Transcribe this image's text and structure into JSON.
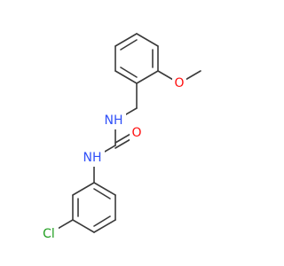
{
  "colors": {
    "bond": "#3a3a3a",
    "oxygen": "#ff0d0d",
    "nitrogen": "#3050f8",
    "chlorine": "#1f9e1f",
    "background": "#ffffff"
  },
  "atoms": [
    {
      "id": "o_methoxy",
      "text": "O",
      "element": "O"
    },
    {
      "id": "nh_upper",
      "text": "NH",
      "element": "N"
    },
    {
      "id": "o_carbonyl",
      "text": "O",
      "element": "O"
    },
    {
      "id": "nh_lower",
      "text": "NH",
      "element": "N"
    },
    {
      "id": "cl",
      "text": "Cl",
      "element": "Cl"
    }
  ]
}
